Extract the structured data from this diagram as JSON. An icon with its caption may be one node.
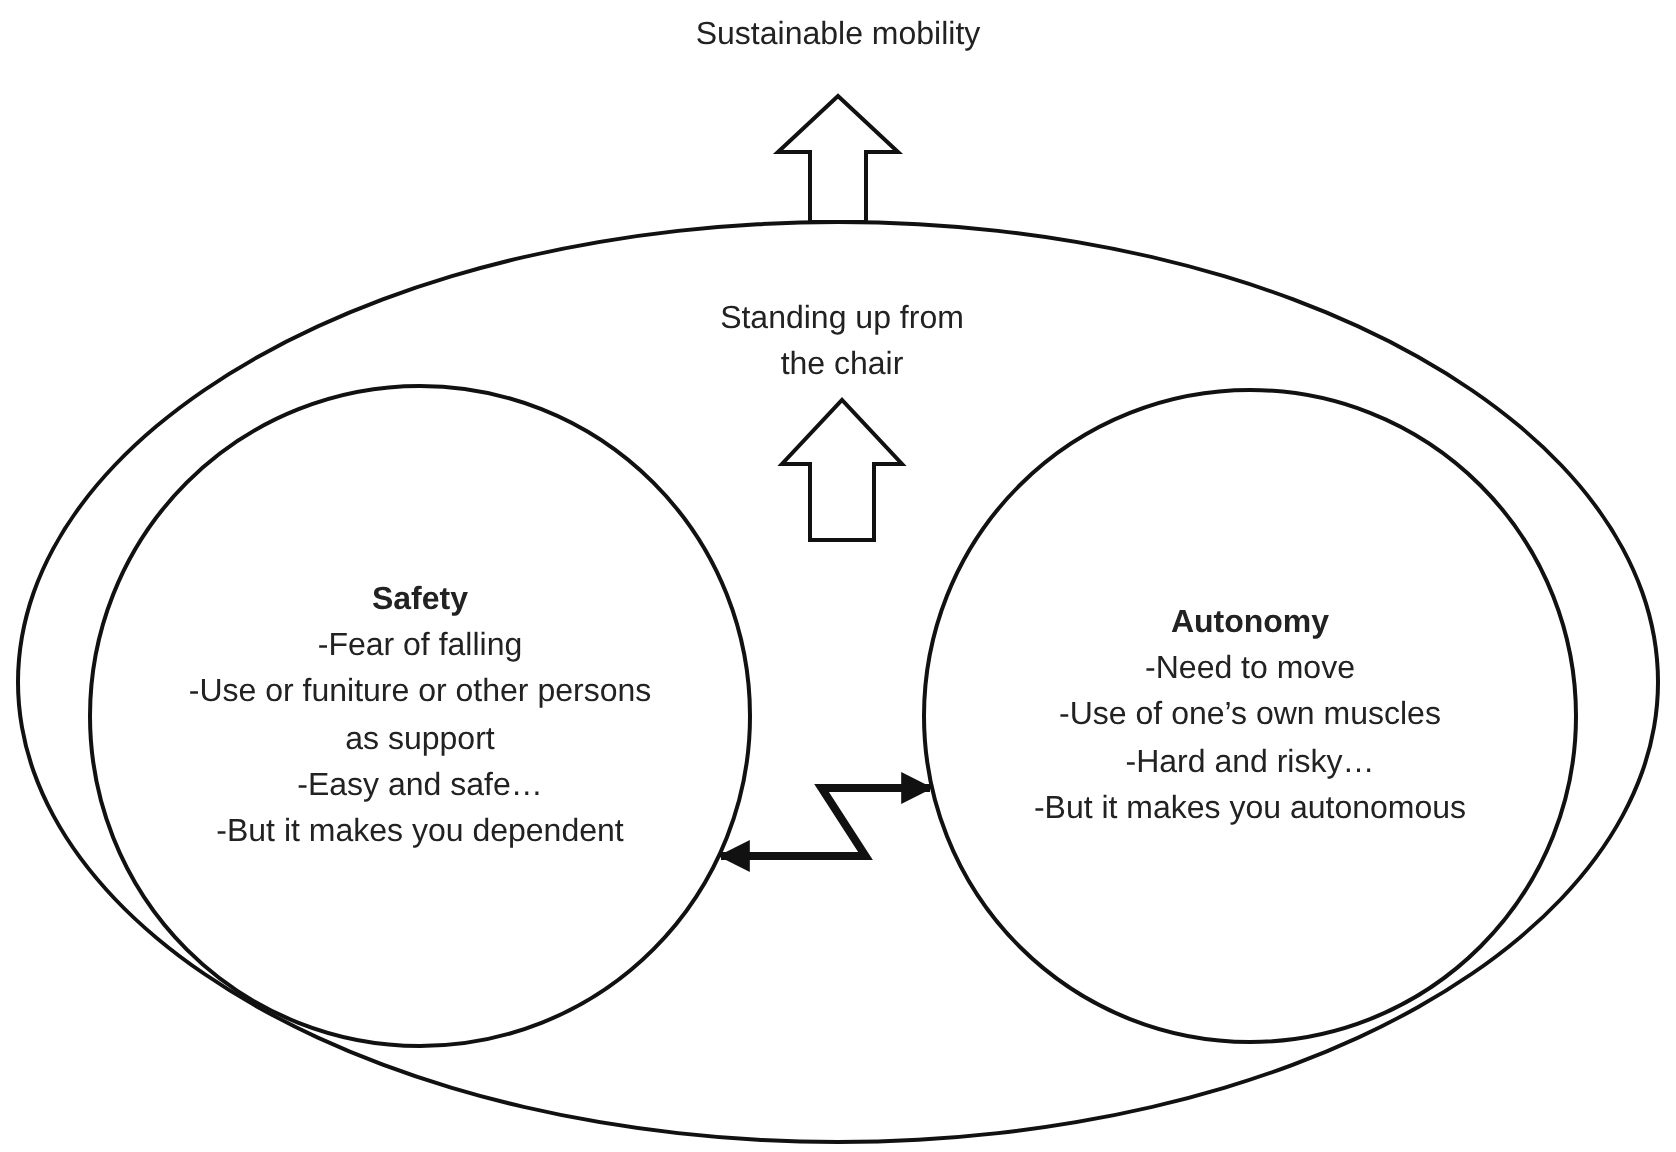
{
  "diagram": {
    "nodes": [
      {
        "text": [
          "Sustainable mobility"
        ]
      },
      {
        "text": [],
        "shape": "ellipse"
      },
      {
        "text": [
          "Standing up from the chair"
        ],
        "in": 1
      },
      {
        "text": [
          "Safety",
          "-Fear of falling",
          "-Use or funiture or other persons as support",
          "-Easy and safe…",
          "-But it makes you dependent"
        ],
        "in": 1
      },
      {
        "text": [
          "Autonomy",
          "-Need to move",
          "-Use of one’s own muscles",
          "-Hard and risky…",
          "-But it makes you autonomous"
        ],
        "in": 1
      }
    ],
    "edges": [
      {
        "from": 1,
        "to": 0,
        "arrow": "to"
      },
      {
        "from": null,
        "to": 2,
        "arrow": "to"
      },
      {
        "from": 3,
        "to": 4,
        "arrow": "both"
      }
    ]
  }
}
